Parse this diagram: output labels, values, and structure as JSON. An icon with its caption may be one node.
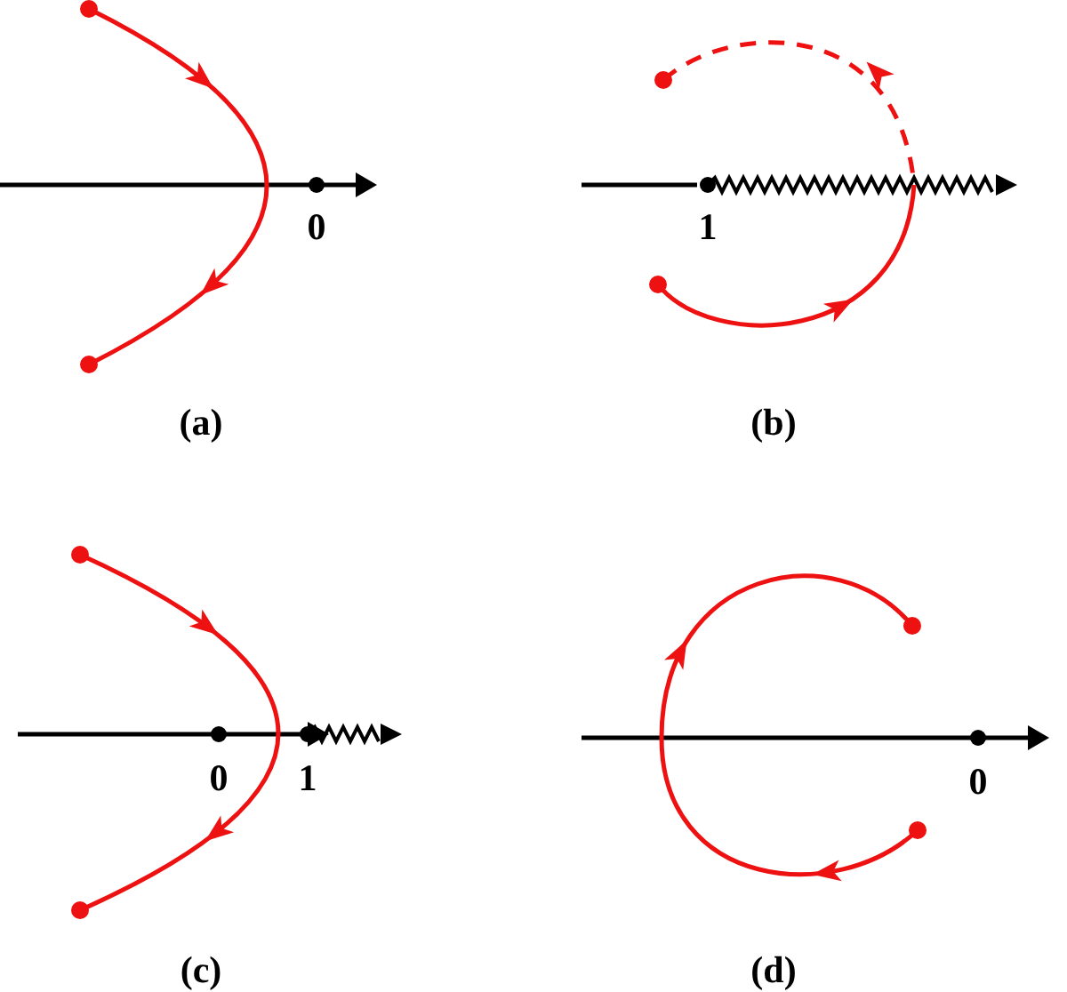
{
  "diagram": {
    "labels": [
      "0",
      "1",
      "(a)",
      "(b)",
      "0",
      "1",
      "0",
      "(c)",
      "(d)"
    ]
  }
}
